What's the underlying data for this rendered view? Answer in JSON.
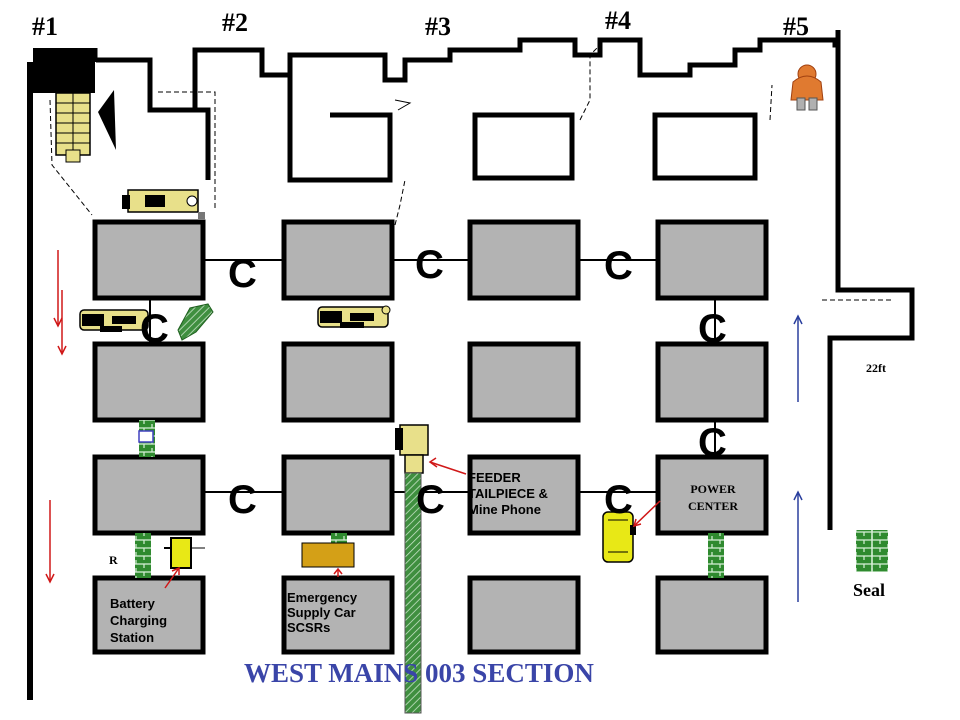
{
  "entries": [
    "#1",
    "#2",
    "#3",
    "#4",
    "#5"
  ],
  "crosscut_label": "C",
  "labels": {
    "feeder": [
      "FEEDER",
      "TAILPIECE &",
      "Mine Phone"
    ],
    "power_center": [
      "POWER",
      "CENTER"
    ],
    "battery": [
      "Battery",
      "Charging",
      "Station"
    ],
    "emergency": [
      "Emergency",
      "Supply Car",
      "SCSRs"
    ],
    "distance": "22ft",
    "seal": "Seal",
    "r_marker": "R",
    "title": "WEST MAINS 003 SECTION"
  },
  "colors": {
    "pillar_fill": "#b3b3b3",
    "stopping": "#3a9a3a",
    "equipment": "#e8e08a",
    "emergency_car": "#d4a017",
    "red_arrow": "#d01818",
    "blue_arrow": "#2a3f9e",
    "title": "#3a45a8"
  }
}
